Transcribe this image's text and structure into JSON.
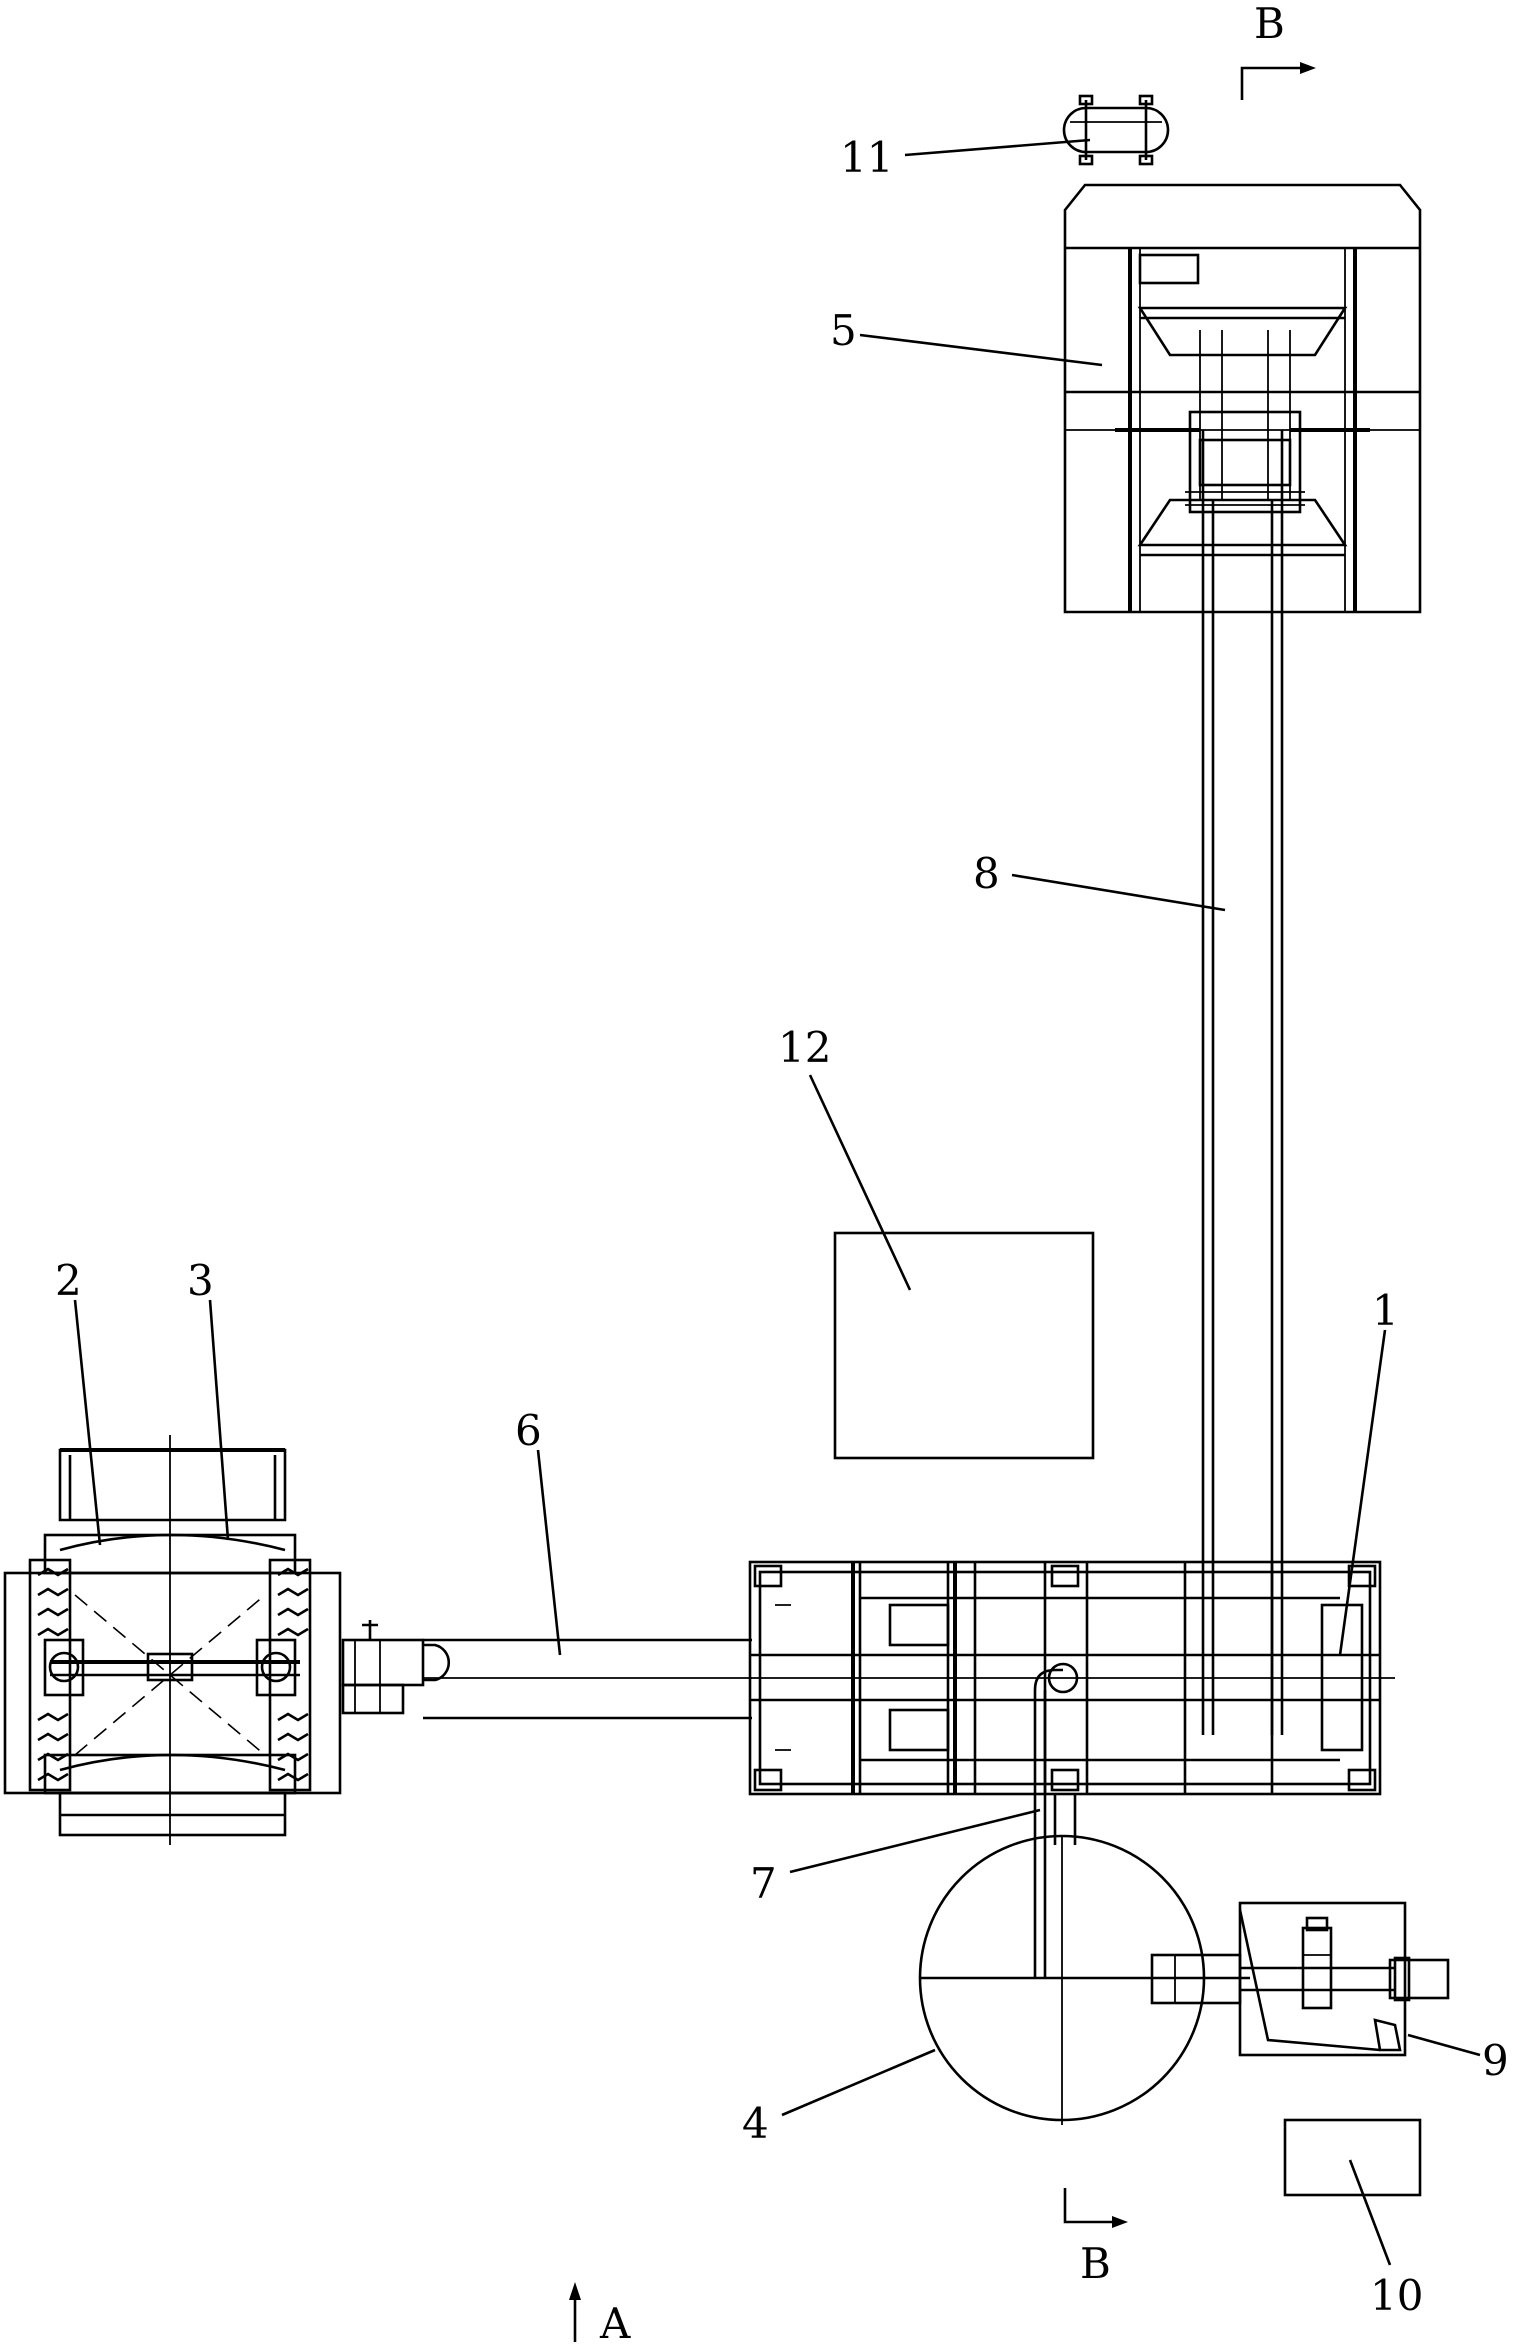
{
  "labels": {
    "l1": "1",
    "l2": "2",
    "l3": "3",
    "l4": "4",
    "l5": "5",
    "l6": "6",
    "l7": "7",
    "l8": "8",
    "l9": "9",
    "l10": "10",
    "l11": "11",
    "l12": "12"
  },
  "section_marks": {
    "top": "B",
    "bottom": "B"
  },
  "view_mark": "A"
}
